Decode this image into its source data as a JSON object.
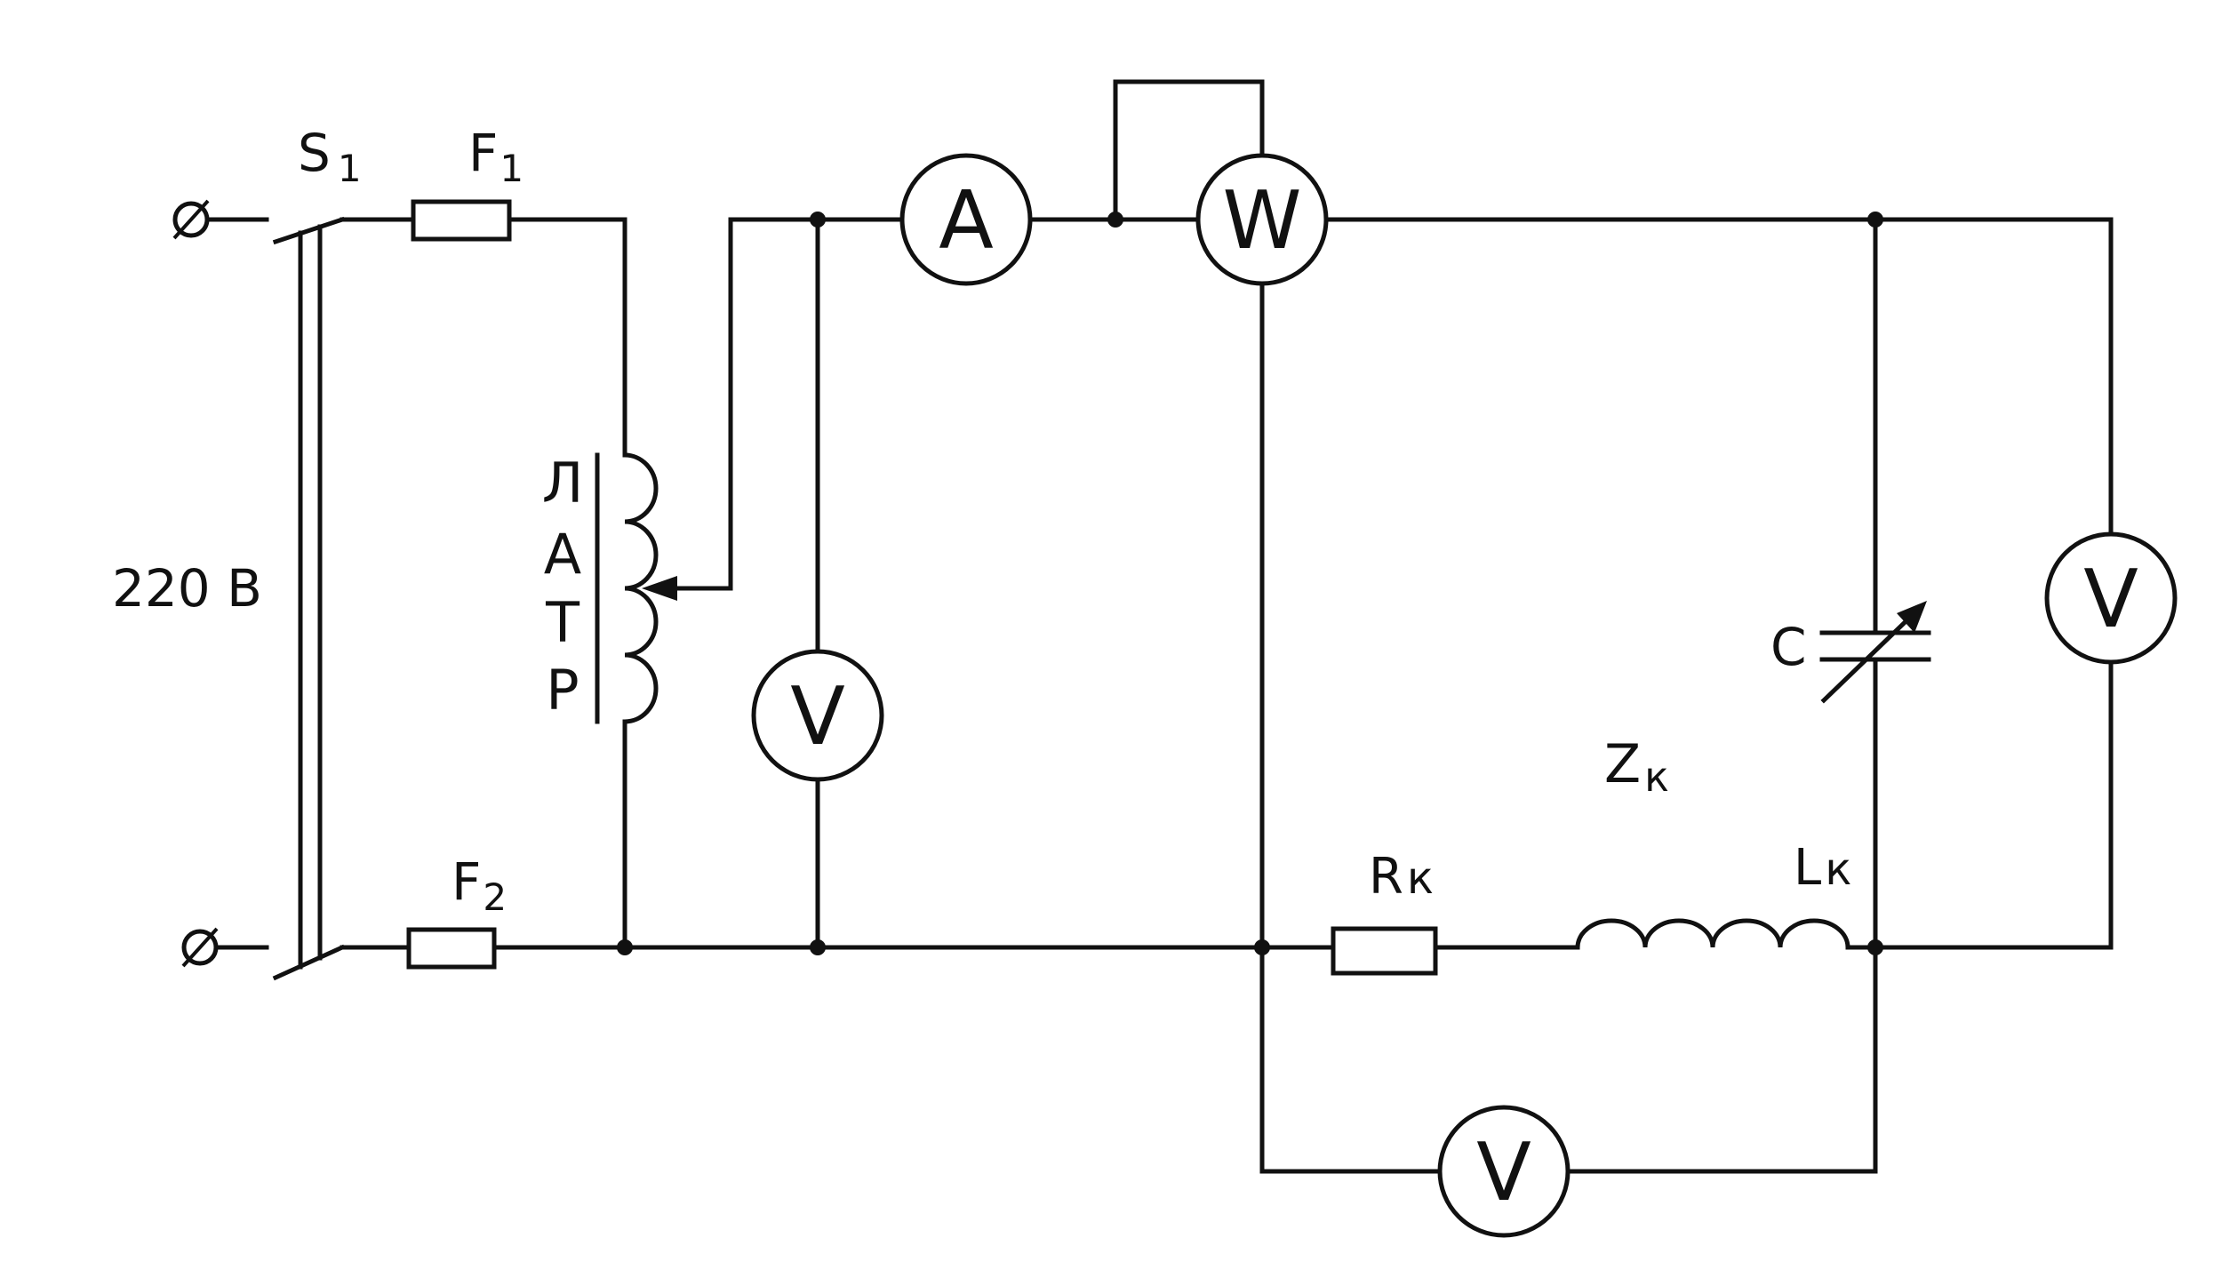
{
  "labels": {
    "switch": "S",
    "switch_sub": "1",
    "fuse1": "F",
    "fuse1_sub": "1",
    "fuse2": "F",
    "fuse2_sub": "2",
    "supply_voltage": "220 В",
    "latr": [
      "Л",
      "А",
      "Т",
      "Р"
    ],
    "capacitor": "С",
    "impedance": "Z",
    "impedance_sub": "к",
    "resistor": "R",
    "resistor_sub": "к",
    "inductor": "L",
    "inductor_sub": "к"
  },
  "meters": {
    "ammeter": "A",
    "wattmeter": "W",
    "voltmeter_input": "V",
    "voltmeter_capacitor": "V",
    "voltmeter_coil": "V"
  }
}
